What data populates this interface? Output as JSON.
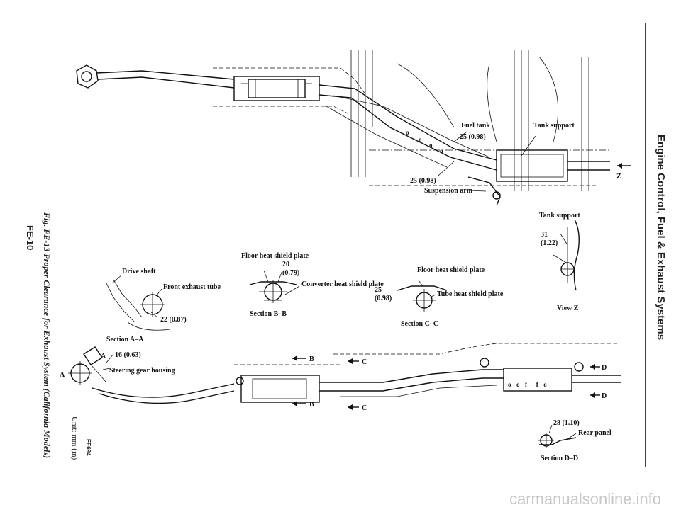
{
  "header": {
    "side_title": "Engine Control, Fuel & Exhaust Systems"
  },
  "footer": {
    "page_number": "FE-10",
    "caption": "Fig. FE-13 Proper Clearance for Exhaust System (California Models)",
    "unit": "Unit: mm (in)",
    "figure_code": "FE694",
    "watermark": "carmanualsonline.info"
  },
  "top_view": {
    "fuel_tank": "Fuel tank",
    "fuel_tank_clearance": "25 (0.98)",
    "tank_support": "Tank support",
    "suspension_clearance": "25 (0.98)",
    "suspension_arm": "Suspension arm",
    "z_marker": "Z"
  },
  "section_aa": {
    "drive_shaft": "Drive shaft",
    "front_exhaust_tube": "Front exhaust tube",
    "clearance": "22 (0.87)",
    "title": "Section A–A"
  },
  "section_bb": {
    "floor_heat_shield": "Floor heat shield plate",
    "clearance_value": "20",
    "clearance_inch": "(0.79)",
    "converter_heat_shield": "Converter heat shield plate",
    "title": "Section B–B"
  },
  "section_cc": {
    "floor_heat_shield": "Floor heat shield plate",
    "clearance_value": "25",
    "clearance_inch": "(0.98)",
    "tube_heat_shield": "Tube heat shield plate",
    "title": "Section C–C"
  },
  "view_z": {
    "tank_support": "Tank support",
    "clearance_value": "31",
    "clearance_inch": "(1.22)",
    "title": "View Z"
  },
  "side_view": {
    "clearance_a": "16 (0.63)",
    "steering_gear_housing": "Steering gear housing",
    "marker_a": "A",
    "marker_b": "B",
    "marker_c": "C",
    "marker_d": "D"
  },
  "section_dd": {
    "clearance": "28 (1.10)",
    "rear_panel": "Rear panel",
    "title": "Section D–D"
  }
}
